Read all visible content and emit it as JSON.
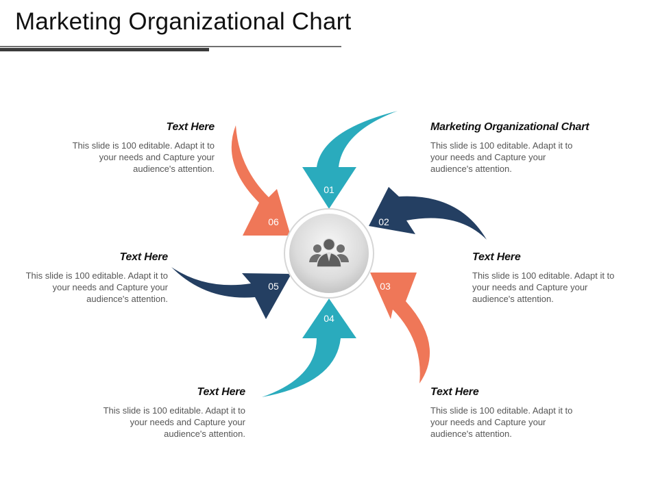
{
  "slide": {
    "title": "Marketing Organizational Chart"
  },
  "steps": [
    {
      "num": "01"
    },
    {
      "num": "02"
    },
    {
      "num": "03"
    },
    {
      "num": "04"
    },
    {
      "num": "05"
    },
    {
      "num": "06"
    }
  ],
  "blocks": [
    {
      "heading": "Text Here",
      "body": "This slide is 100 editable. Adapt it to your needs and Capture your audience's attention."
    },
    {
      "heading": "Marketing Organizational Chart",
      "body": "This slide is 100 editable. Adapt it to your needs and Capture your audience's attention."
    },
    {
      "heading": "Text Here",
      "body": "This slide is 100 editable. Adapt it to your needs and Capture your audience's attention."
    },
    {
      "heading": "Text Here",
      "body": "This slide is 100 editable. Adapt it to your needs and Capture your audience's attention."
    },
    {
      "heading": "Text Here",
      "body": "This slide is 100 editable. Adapt it to your needs and Capture your audience's attention."
    },
    {
      "heading": "Text Here",
      "body": "This slide is 100 editable. Adapt it to your needs and Capture your audience's attention."
    }
  ],
  "center": {
    "icon": "people-group-icon"
  },
  "colors": {
    "teal": "#2aabbd",
    "navy": "#243f62",
    "coral": "#ef7758",
    "circle": "#e2e2e2"
  }
}
